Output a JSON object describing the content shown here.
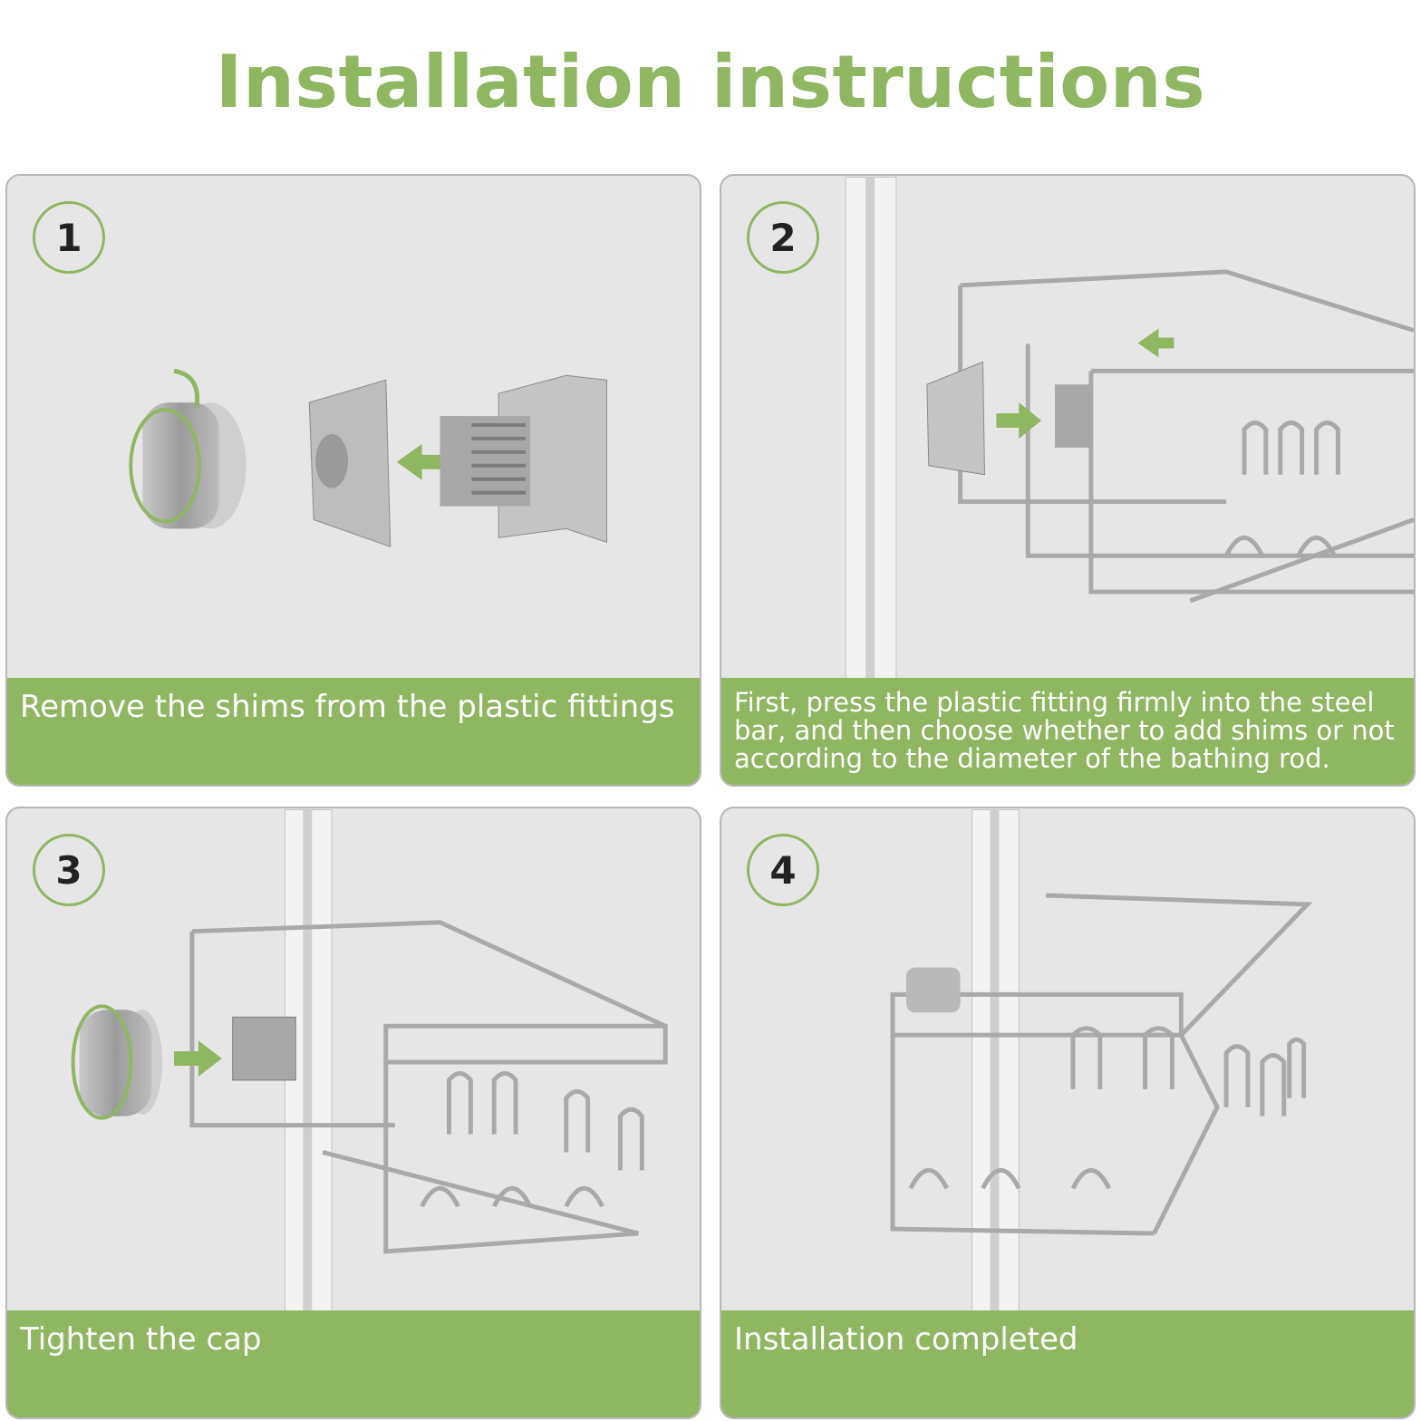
{
  "title": "Installation instructions",
  "colors": {
    "accent": "#8fb661",
    "title": "#8fb661",
    "panel_bg": "#e6e6e6",
    "caption_text": "#ffffff"
  },
  "steps": [
    {
      "number": "1",
      "caption": "Remove the shims from the plastic fittings"
    },
    {
      "number": "2",
      "caption": "First, press the plastic fitting firmly into the steel bar, and then choose whether to add shims or not according to the diameter of the bathing rod."
    },
    {
      "number": "3",
      "caption": "Tighten the cap"
    },
    {
      "number": "4",
      "caption": "Installation completed"
    }
  ]
}
